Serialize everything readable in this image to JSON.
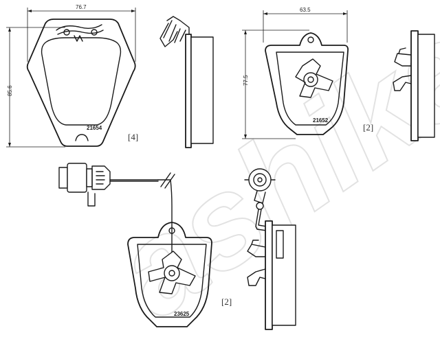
{
  "watermark": {
    "text": "ashika",
    "color": "#d9d9d9"
  },
  "pad_top_left": {
    "part_number": "21654",
    "width_dim": "76.7",
    "height_dim": "85.6",
    "quantity": "[4]"
  },
  "pad_top_right": {
    "part_number": "21652",
    "width_dim": "63.5",
    "height_dim": "77.5",
    "quantity": "[2]"
  },
  "pad_bottom": {
    "part_number": "23625",
    "quantity": "[2]"
  },
  "colors": {
    "line": "#1a1a1a",
    "background": "#ffffff"
  }
}
